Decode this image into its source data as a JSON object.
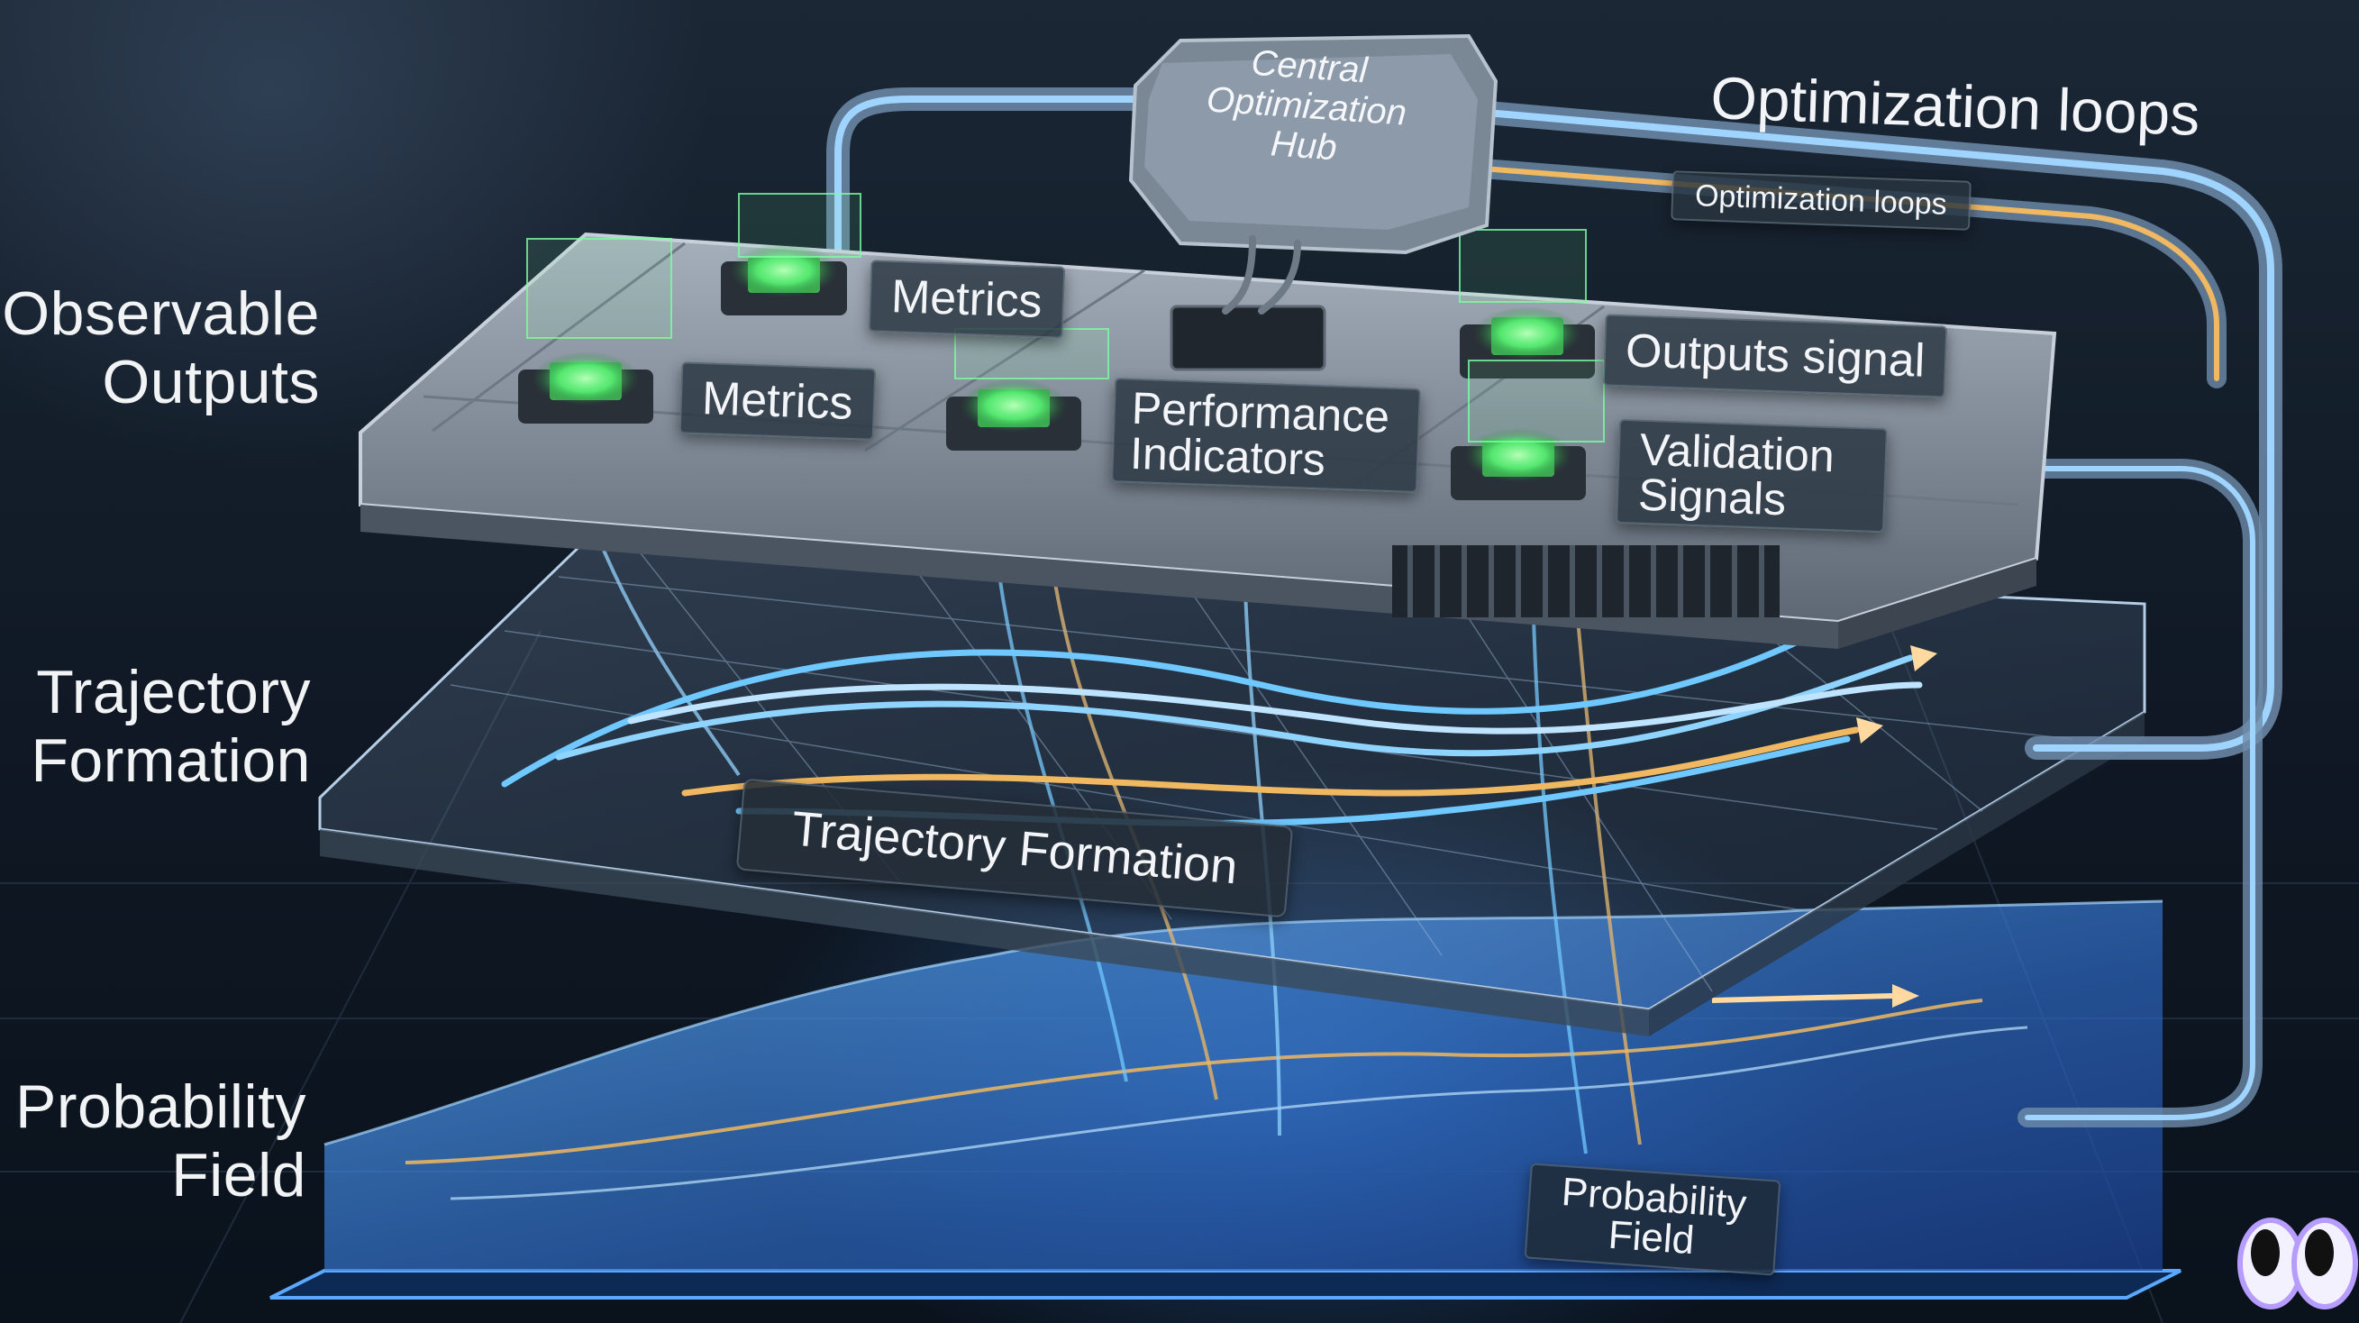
{
  "side_labels": {
    "observable": [
      "Observable",
      "Outputs"
    ],
    "trajectory": [
      "Trajectory",
      "Formation"
    ],
    "probability": [
      "Probability",
      "Field"
    ]
  },
  "top_label": "Optimization loops",
  "hub": {
    "lines": [
      "Central",
      "Optimization",
      "Hub"
    ]
  },
  "board_tags": {
    "metrics_a": "Metrics",
    "metrics_b": "Metrics",
    "performance": [
      "Performance",
      "Indicators"
    ],
    "outputs": "Outputs signal",
    "validation": [
      "Validation",
      "Signals"
    ],
    "optimization_small": "Optimization loops"
  },
  "layer_tags": {
    "trajectory": "Trajectory Formation",
    "probability": [
      "Probability",
      "Field"
    ]
  },
  "colors": {
    "background": "#0f1824",
    "chip_glow": "#5dff7a",
    "flow_blue": "#6fc8ff",
    "flow_gold": "#f0b860",
    "field_blue": "#3f86e0",
    "panel_metal": "#8a96a4"
  },
  "icons": [
    "cpu-chip-icon",
    "hub-icon",
    "eyes-logo-icon"
  ]
}
